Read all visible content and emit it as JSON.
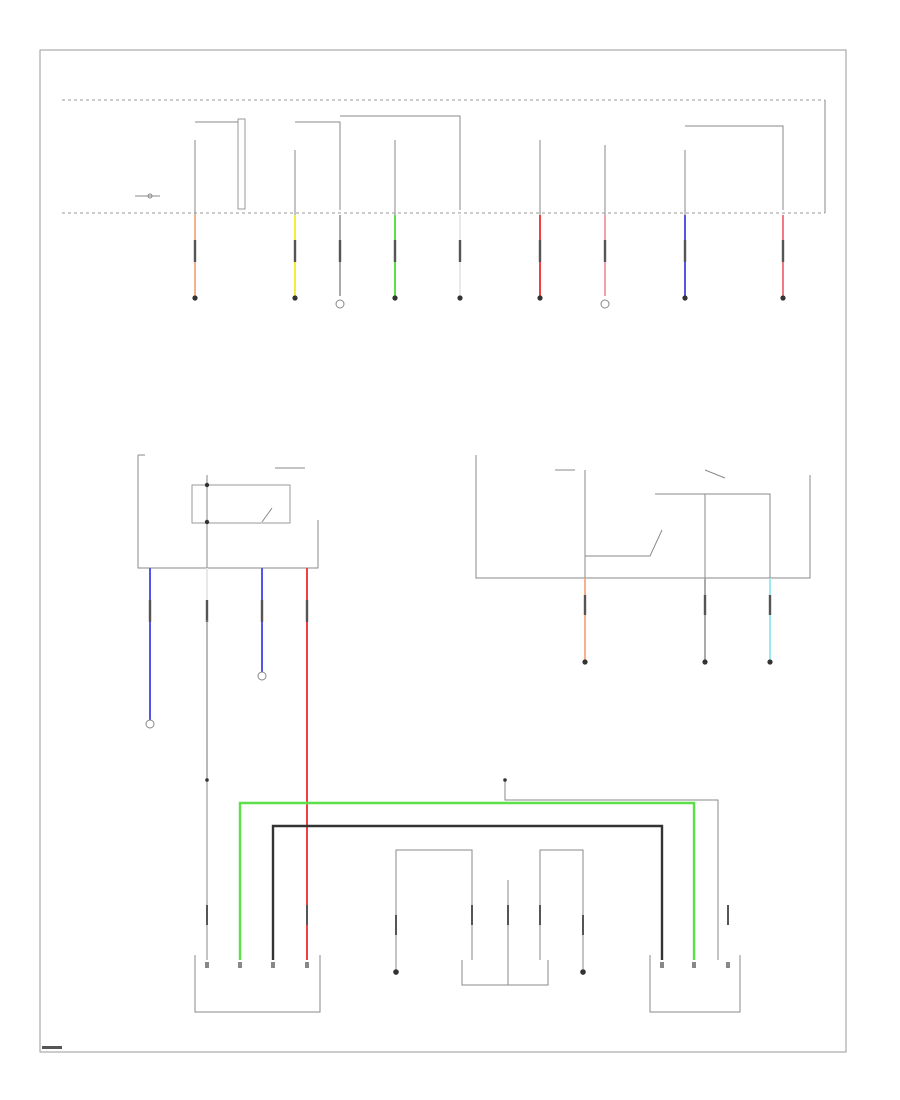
{
  "colors": {
    "orange": "#f6b08a",
    "yellow": "#f2ee3a",
    "gray": "#aaaaaa",
    "green": "#5be04a",
    "white": "#e8e8e8",
    "red": "#f04040",
    "pink": "#f5a0a8",
    "blue": "#5555e8",
    "salmon": "#f37a80",
    "black": "#333333",
    "cyan": "#9be8f0"
  },
  "top_wires": [
    {
      "color": "orange",
      "label": ""
    },
    {
      "color": "yellow",
      "label": ""
    },
    {
      "color": "gray",
      "label": ""
    },
    {
      "color": "green",
      "label": ""
    },
    {
      "color": "white",
      "label": ""
    },
    {
      "color": "red",
      "label": ""
    },
    {
      "color": "pink",
      "label": ""
    },
    {
      "color": "blue",
      "label": ""
    },
    {
      "color": "salmon",
      "label": ""
    }
  ],
  "mid_left_wires": [
    {
      "color": "blue"
    },
    {
      "color": "white"
    },
    {
      "color": "blue"
    },
    {
      "color": "red"
    }
  ],
  "mid_right_wires": [
    {
      "color": "orange"
    },
    {
      "color": "gray"
    },
    {
      "color": "cyan"
    }
  ],
  "bottom_buses": [
    {
      "color": "green"
    },
    {
      "color": "black"
    },
    {
      "color": "red"
    }
  ]
}
